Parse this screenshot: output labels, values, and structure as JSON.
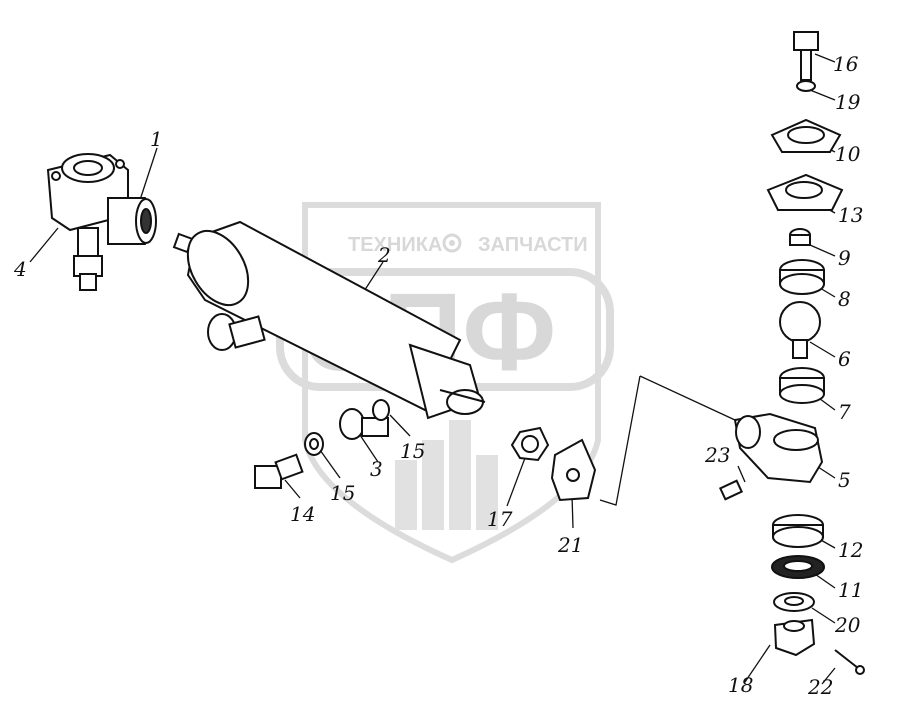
{
  "watermark": {
    "brand_text_left": "ТЕХНИКА",
    "brand_text_right": "ЗАПЧАСТИ",
    "logo_letters": "ЭПФ"
  },
  "callouts": [
    "1",
    "2",
    "3",
    "4",
    "5",
    "6",
    "7",
    "8",
    "9",
    "10",
    "11",
    "12",
    "13",
    "14",
    "15",
    "15",
    "16",
    "17",
    "18",
    "19",
    "20",
    "21",
    "22",
    "23"
  ],
  "colors": {
    "line": "#111111",
    "watermark": "#d2d2d2"
  }
}
